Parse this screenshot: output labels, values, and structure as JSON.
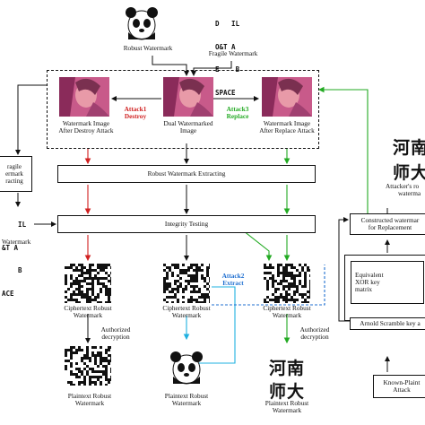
{
  "top": {
    "robust_watermark": "Robust Watermark",
    "fragile_watermark": "Fragile Watermark",
    "fragile_symbol_lines": [
      "D   IL",
      "O&T A",
      "E    B",
      "SPACE"
    ]
  },
  "images": {
    "destroy_caption_1": "Watermark Image",
    "destroy_caption_2": "After Destroy Attack",
    "dual_caption_1": "Dual Watermarked",
    "dual_caption_2": "Image",
    "replace_caption_1": "Watermark Image",
    "replace_caption_2": "After Replace Attack"
  },
  "attacks": {
    "attack1_line1": "Attack1",
    "attack1_line2": "Destroy",
    "attack3_line1": "Attack3",
    "attack3_line2": "Replace",
    "attack2_line1": "Attack2",
    "attack2_line2": "Extract"
  },
  "process": {
    "robust_extracting": "Robust Watermark Extracting",
    "integrity_testing": "Integrity Testing"
  },
  "left": {
    "fragile_extract_line1": "ragile",
    "fragile_extract_line2": "ermark",
    "fragile_extract_line3": "racting",
    "symbol_lines": [
      "    IL",
      "&T A",
      "    B",
      "ACE"
    ],
    "watermark_label": "Watermark"
  },
  "bottom": {
    "cipher_left_1": "Ciphertext Robust",
    "cipher_left_2": "Watermark",
    "cipher_mid_1": "Ciphertext Robust",
    "cipher_mid_2": "Watermark",
    "cipher_right_1": "Ciphertext Robust",
    "cipher_right_2": "Watermark",
    "auth_left_1": "Authorized",
    "auth_left_2": "decryption",
    "auth_right_1": "Authorized",
    "auth_right_2": "decryption",
    "plain_left_1": "Plaintext Robust",
    "plain_left_2": "Watermark",
    "plain_mid_1": "Plaintext Robust",
    "plain_mid_2": "Watermark",
    "plain_right_1": "Plaintext Robust",
    "plain_right_2": "Watermark",
    "chinese_chars_top": "河南",
    "chinese_chars_bottom": "师大"
  },
  "right": {
    "chinese_top": "河南",
    "chinese_bottom": "师大",
    "attacker_1": "Attacker's ro",
    "attacker_2": "waterma",
    "constructed_1": "Constructed watermar",
    "constructed_2": "for Replacement",
    "xor_1": "Equivalent",
    "xor_2": "XOR key",
    "xor_3": "matrix",
    "arnold": "Arnold Scramble key a",
    "known_1": "Known-Plaint",
    "known_2": "Attack"
  },
  "colors": {
    "red": "#d02020",
    "green": "#22aa22",
    "blue": "#1f6fd0",
    "black": "#111111"
  }
}
